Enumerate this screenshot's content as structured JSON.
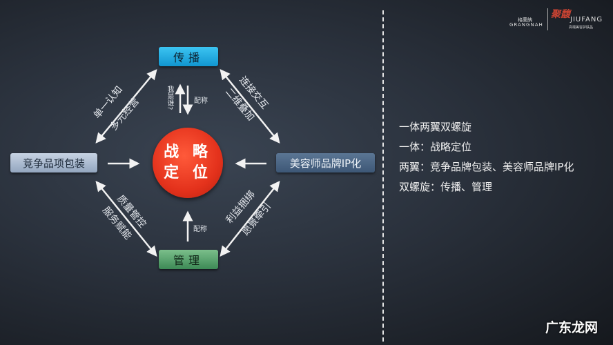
{
  "logo": {
    "brand1_cn": "格蘭納",
    "brand1_en": "GRANGNAH",
    "brand2_cn": "聚馥",
    "brand2_en": "JIUFANG",
    "brand2_sub": "高端美容护肤品"
  },
  "diagram": {
    "center": {
      "line1": "战 略",
      "line2": "定 位",
      "color": "#e4321c"
    },
    "nodes": {
      "top": {
        "label": "传播",
        "color": "#1ea8e0"
      },
      "left": {
        "label": "竞争品项包装",
        "color": "#aebdd1"
      },
      "right": {
        "label": "美容师品牌IP化",
        "color": "#4a6584"
      },
      "bottom": {
        "label": "管理",
        "color": "#5aa36f"
      }
    },
    "edges": {
      "top_left": [
        "单一认知",
        "多元经营"
      ],
      "top_right": [
        "连接交互",
        "二维叠加"
      ],
      "bottom_left": [
        "质量管控",
        "服务赋能"
      ],
      "bottom_right": [
        "利益捆绑",
        "愿景牵引"
      ],
      "top_vertical_question": "我是谁?",
      "top_vertical_label": "配称",
      "bottom_vertical_label": "配称"
    }
  },
  "summary": [
    "一体两翼双螺旋",
    "一体：战略定位",
    "两翼：竞争品牌包装、美容师品牌IP化",
    "双螺旋：传播、管理"
  ],
  "watermark": "广东龙网"
}
